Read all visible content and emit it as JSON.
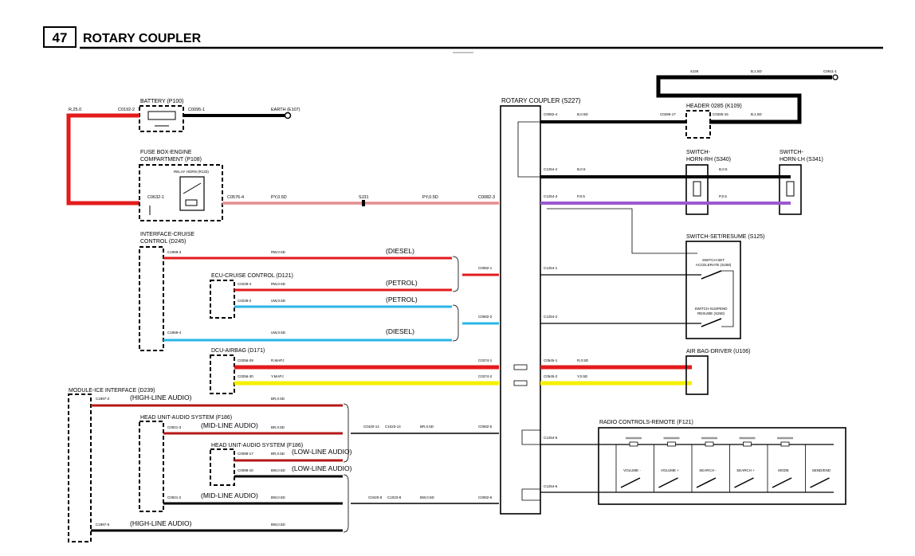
{
  "header": {
    "page_number": "47",
    "title": "ROTARY COUPLER"
  },
  "components": {
    "rotary_coupler": "ROTARY COUPLER (S227)",
    "battery": "BATTERY (P100)",
    "earth": "EARTH (E107)",
    "fuse_box_1": "FUSE BOX-ENGINE",
    "fuse_box_2": "COMPARTMENT (P108)",
    "relay_horn": "RELAY HORN (R133)",
    "header_0285": "HEADER 0285 (K109)",
    "switch_horn_rh_1": "SWITCH-",
    "switch_horn_rh_2": "HORN-RH (S340)",
    "switch_horn_lh_1": "SWITCH-",
    "switch_horn_lh_2": "HORN-LH (S341)",
    "switch_set_resume": "SWITCH-SET/RESUME (S125)",
    "switch_set_accel_1": "SWITCH-SET",
    "switch_set_accel_2": "ACCELERATE (S258)",
    "switch_suspend_1": "SWITCH-SUSPEND",
    "switch_suspend_2": "RESUME (S260)",
    "interface_cruise_1": "INTERFACE-CRUISE",
    "interface_cruise_2": "CONTROL (D245)",
    "ecu_cruise": "ECU-CRUISE CONTROL (D121)",
    "dcu_airbag": "DCU-AIRBAG (D171)",
    "airbag_driver": "AIR BAG-DRIVER (U106)",
    "module_ice": "MODULE-ICE INTERFACE (D239)",
    "head_unit_1": "HEAD UNIT-AUDIO SYSTEM (F186)",
    "head_unit_2": "HEAD UNIT-AUDIO SYSTEM (F186)",
    "radio_controls": "RADIO CONTROLS-REMOTE (F121)"
  },
  "radio_buttons": [
    "VOLUME -",
    "VOLUME +",
    "SEARCH -",
    "SEARCH +",
    "MODE",
    "SEND/END"
  ],
  "variants": {
    "diesel_1": "(DIESEL)",
    "petrol_1": "(PETROL)",
    "petrol_2": "(PETROL)",
    "diesel_2": "(DIESEL)",
    "high_1": "(HIGH-LINE AUDIO)",
    "mid_1": "(MID-LINE AUDIO)",
    "low_1": "(LOW-LINE AUDIO)",
    "low_2": "(LOW-LINE AUDIO)",
    "mid_2": "(MID-LINE AUDIO)",
    "high_2": "(HIGH-LINE AUDIO)"
  },
  "connectors": {
    "sj26": "SJ26",
    "c0611_1": "C0611-1",
    "c0192_2": "C0192-2",
    "c0095_1": "C0095-1",
    "c0632_1": "C0632-1",
    "c0576_4": "C0576-4",
    "sj31": "SJ31",
    "c0082_4": "C0082-4",
    "c0285_17": "C0285-17",
    "c0285_15": "C0285-15",
    "c1254_4": "C1254-4",
    "c1254_3": "C1254-3",
    "c0082_3": "C0082-3",
    "c1959_3": "C1959-3",
    "c0239_4": "C0239-4",
    "c0239_2": "C0239-2",
    "c1959_4": "C1959-4",
    "c0082_1": "C0082-1",
    "c1254_1": "C1254-1",
    "c0082_2": "C0082-2",
    "c1254_2": "C1254-2",
    "c0256_29": "C0256-29",
    "c0256_30": "C0256-30",
    "c0374_1": "C0374-1",
    "c0374_2": "C0374-2",
    "c0545_1": "C0545-1",
    "c0545_2": "C0545-2",
    "c1897_2": "C1897-2",
    "c0921_3": "C0921-3",
    "c0098_17": "C0098-17",
    "c0098_10": "C0098-10",
    "c0921_2": "C0921-2",
    "c1897_5": "C1897-5",
    "c0420_14": "C0420-14",
    "c1023_14": "C1023-14",
    "c0082_5": "C0082-5",
    "c0420_8": "C0420-8",
    "c1023_8": "C1023-8",
    "c0082_6": "C0082-6",
    "c1254_5": "C1254-5",
    "c1254_6": "C1254-6"
  },
  "wire_labels": {
    "r_25_0": "R,25.0",
    "b_1_5d_top": "B,1.5D",
    "b_1_5d_hdr": "B,1.5D",
    "b_0_5d_1": "B,0.5D",
    "b_0_5_a": "B,0.5",
    "b_0_5_b": "B,0.5",
    "p_0_5_a": "P,0.5",
    "p_0_5_b": "P,0.5",
    "py_0_5d_a": "PY,0.5D",
    "py_0_5d_b": "PY,0.5D",
    "rw_0_5d_a": "RW,0.5D",
    "rw_0_5d_b": "RW,0.5D",
    "uw_0_5d_a": "UW,0.5D",
    "uw_0_5d_b": "UW,0.5D",
    "r_map": "R,MAPJ",
    "y_map": "Y,MAPJ",
    "r_0_5d": "R,0.5D",
    "y_0_5d": "Y,0.5D",
    "br_0_5d_a": "BR,0.5D",
    "br_0_5d_b": "BR,0.5D",
    "br_0_5d_c": "BR,0.5D",
    "br_0_5d_d": "BR,0.5D",
    "bw_0_5d_a": "BW,0.5D",
    "bw_0_5d_b": "BW,0.5D",
    "bw_0_5d_c": "BW,0.5D",
    "bw_0_5d_d": "BW,0.5D"
  },
  "wire_colors": {
    "red": "#e31b1b",
    "pink": "#f4a6a6",
    "cyan": "#29b6e6",
    "yellow": "#f5f000",
    "purple": "#9b59d0",
    "black": "#000000",
    "brown_red": "#b51818"
  }
}
